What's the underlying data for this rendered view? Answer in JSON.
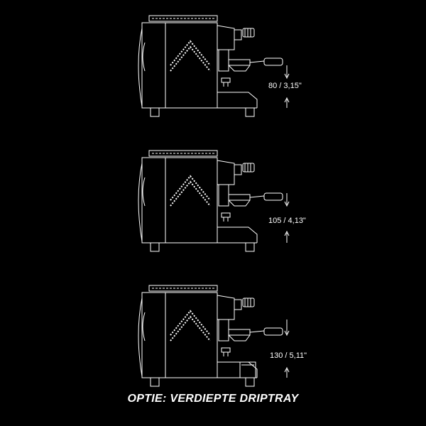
{
  "caption": "OPTIE: VERDIEPTE DRIPTRAY",
  "views": [
    {
      "label": "80 / 3,15\""
    },
    {
      "label": "105 / 4,13\""
    },
    {
      "label": "130 / 5,11\""
    }
  ],
  "colors": {
    "background": "#000000",
    "lines": "#ffffff"
  }
}
